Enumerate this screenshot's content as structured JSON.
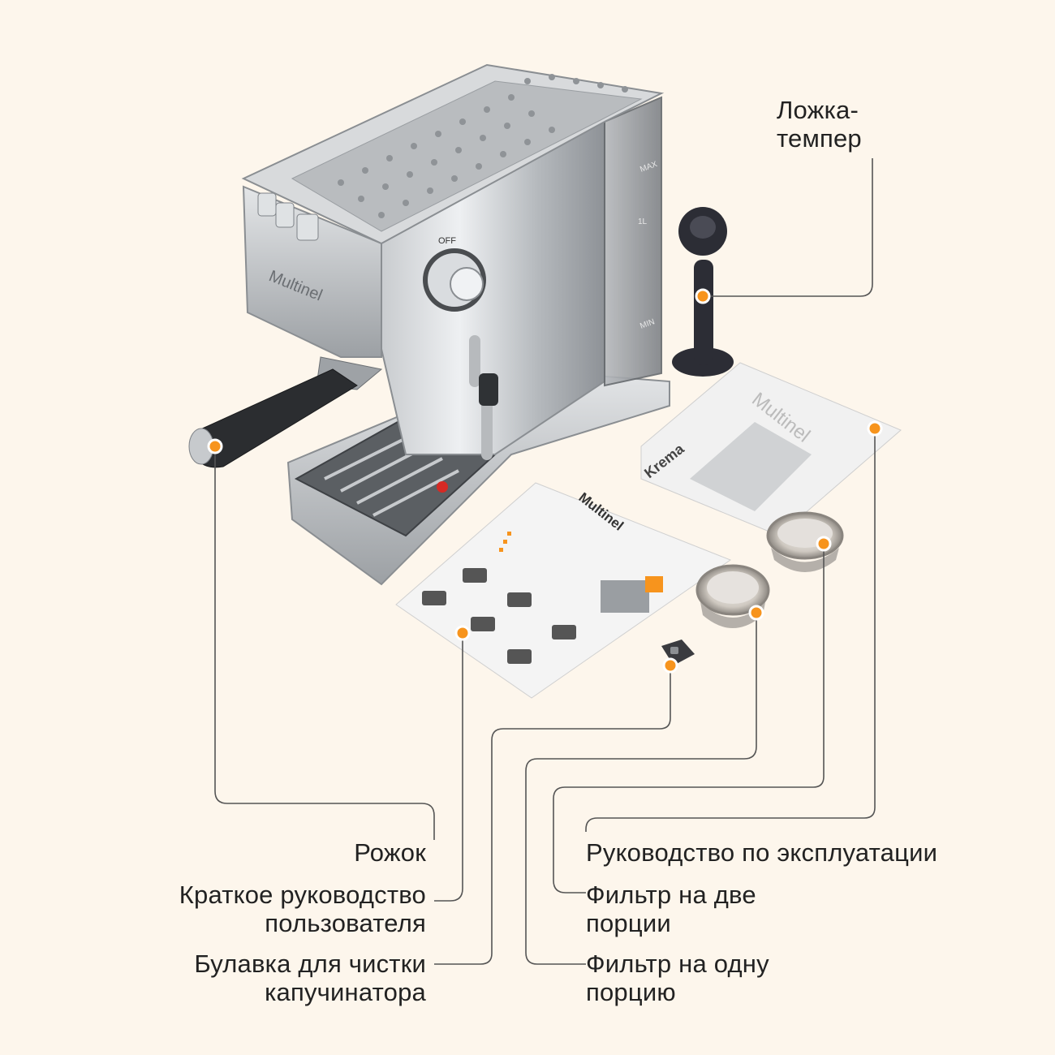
{
  "background": "#fdf6ec",
  "accent": "#f7941d",
  "leader_color": "#555555",
  "product": {
    "brand": "Multinel",
    "model": "Krema",
    "knob_label": "OFF",
    "tank_marks": [
      "MAX",
      "1L",
      "MIN"
    ]
  },
  "callouts": {
    "tamper": "Ложка-\nтемпер",
    "portafilter": "Рожок",
    "quick_guide": "Краткое руководство\nпользователя",
    "cleaning_pin": "Булавка для чистки\nкапучинатора",
    "manual": "Руководство по эксплуатации",
    "double_filter": "Фильтр на две\nпорции",
    "single_filter": "Фильтр на одну\nпорцию"
  }
}
